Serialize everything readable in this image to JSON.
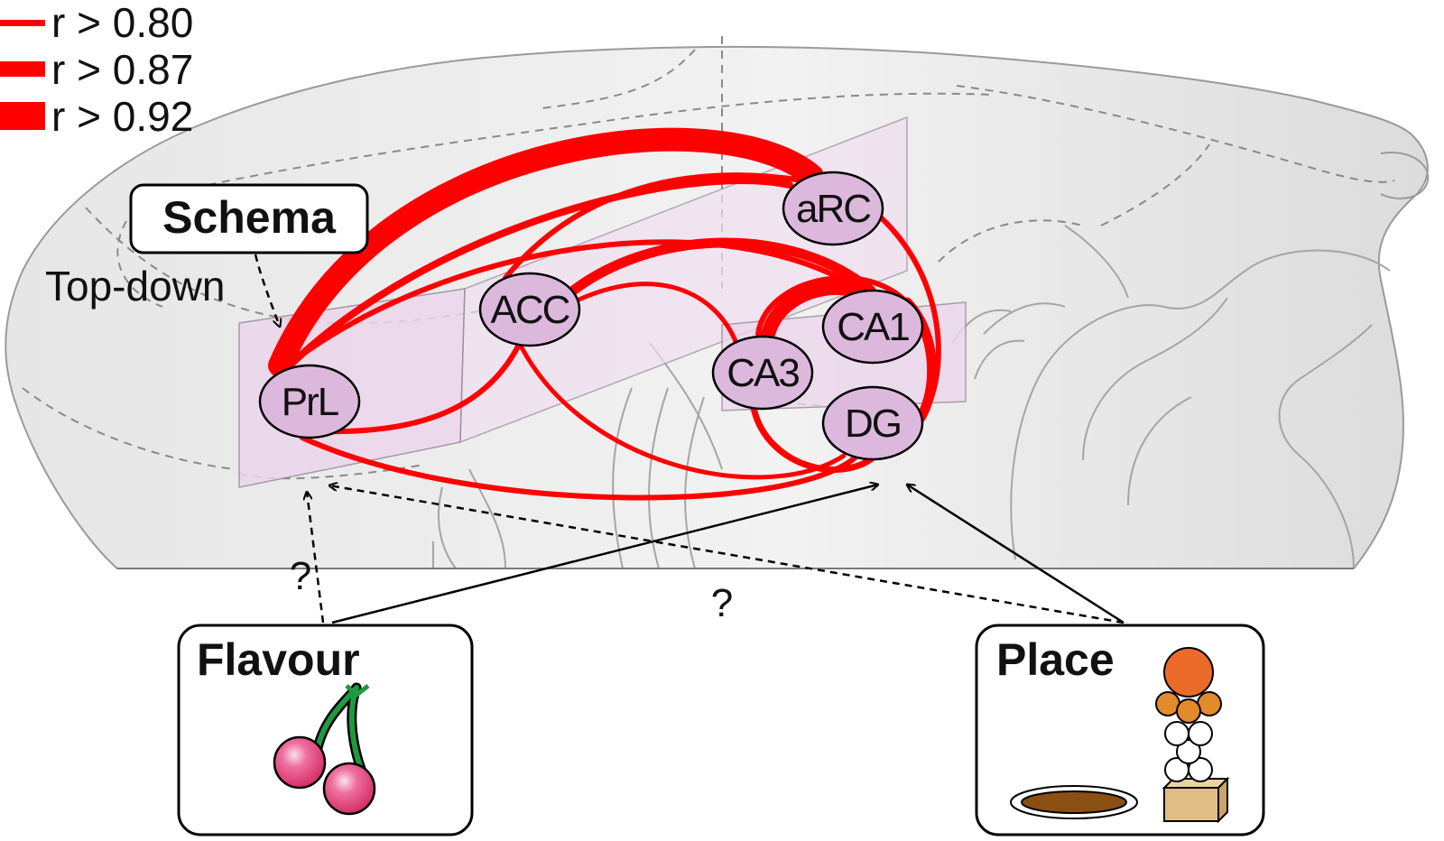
{
  "legend": {
    "items": [
      {
        "label": "r > 0.80"
      },
      {
        "label": "r > 0.87"
      },
      {
        "label": "r > 0.92"
      }
    ],
    "color": "#ff0000"
  },
  "schema_box": {
    "label": "Schema"
  },
  "top_down_label": "Top-down",
  "regions": {
    "prl": "PrL",
    "acc": "ACC",
    "arc": "aRC",
    "ca1": "CA1",
    "ca3": "CA3",
    "dg": "DG"
  },
  "question_marks": {
    "left": "?",
    "middle": "?"
  },
  "flavour_box": {
    "label": "Flavour",
    "icon": "cherry-icon"
  },
  "place_box": {
    "label": "Place",
    "icon": "landmark-stack-icon"
  },
  "colors": {
    "connection": "#ff0000",
    "node_fill": "#ddb8dd",
    "region_fill": "#ead3ea",
    "brain_fill": "#e2e2e2",
    "cherry": "#e0457b",
    "stem": "#1e9a3e",
    "orange": "#ec6a2a",
    "bowl": "#8a4f12",
    "box": "#e0bd84"
  }
}
